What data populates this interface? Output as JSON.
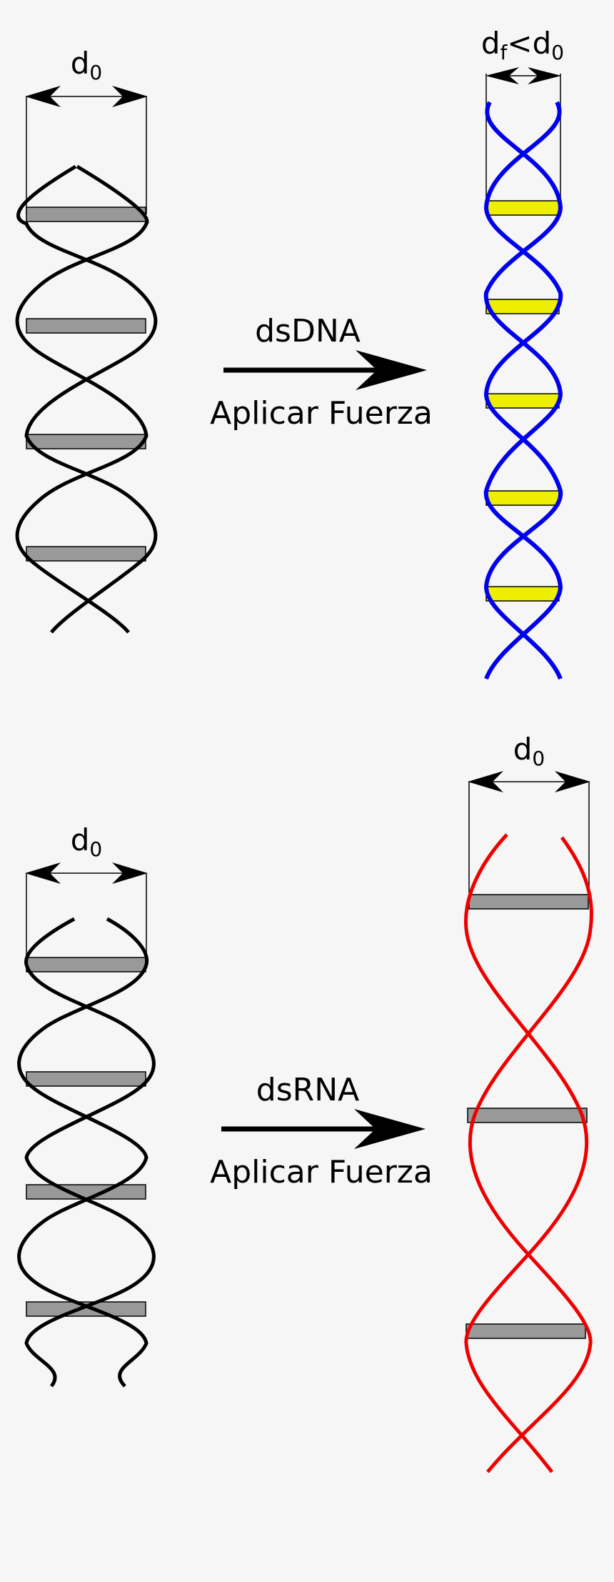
{
  "panels": [
    {
      "id": "dsdna",
      "molecule_label": "dsDNA",
      "action_label": "Aplicar Fuerza",
      "start_width_label": {
        "base": "d",
        "sub": "0"
      },
      "end_width_label": {
        "base1": "d",
        "sub1": "f",
        "op": "<",
        "base2": "d",
        "sub2": "0"
      },
      "start_strand_color": "#000000",
      "start_rung_color": "#999999",
      "end_strand_color": "#0000ee",
      "end_rung_color": "#eeee00"
    },
    {
      "id": "dsrna",
      "molecule_label": "dsRNA",
      "action_label": "Aplicar Fuerza",
      "start_width_label": {
        "base": "d",
        "sub": "0"
      },
      "end_width_label": {
        "base": "d",
        "sub": "0"
      },
      "start_strand_color": "#000000",
      "start_rung_color": "#999999",
      "end_strand_color": "#ee0000",
      "end_rung_color": "#999999"
    }
  ]
}
